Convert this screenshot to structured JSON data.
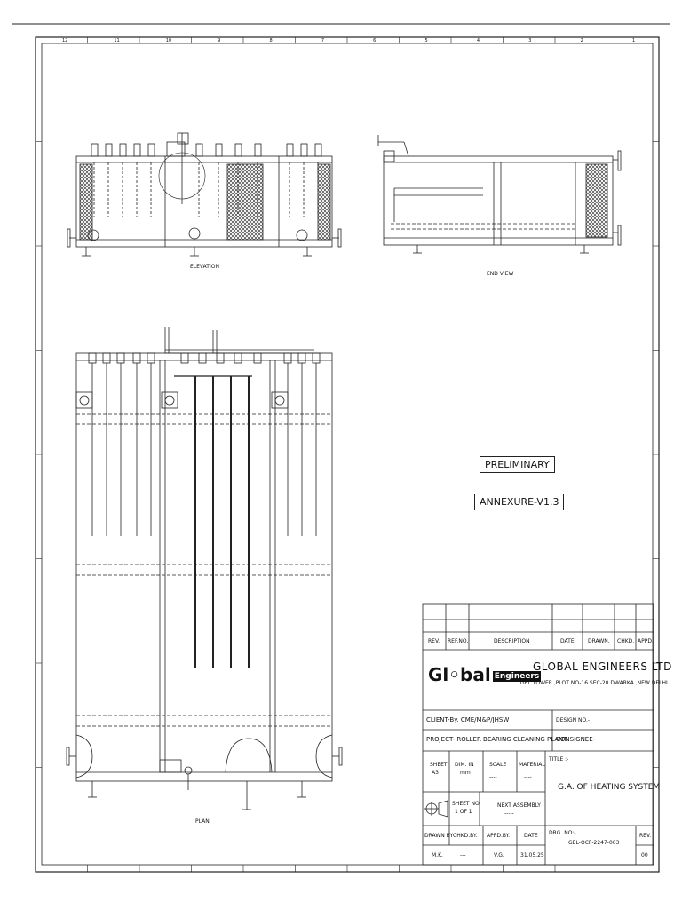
{
  "views": {
    "elevation": "ELEVATION",
    "end_view": "END VIEW",
    "plan": "PLAN"
  },
  "stamps": {
    "status": "PRELIMINARY",
    "annexure": "ANNEXURE-V1.3"
  },
  "border": {
    "top_numbers": [
      "12",
      "11",
      "10",
      "9",
      "8",
      "7",
      "6",
      "5",
      "4",
      "3",
      "2",
      "1"
    ]
  },
  "title_block": {
    "rev_headers": {
      "rev": "REV.",
      "ref_no": "REF.NO.",
      "description": "DESCRIPTION",
      "date": "DATE",
      "drawn": "DRAWN.",
      "chkd": "CHKD.",
      "appd": "APPD."
    },
    "logo": {
      "text": "Gl◦bal",
      "sub": "Engineers"
    },
    "company": {
      "name": "GLOBAL ENGINEERS LTD",
      "address": "GEL TOWER ,PLOT NO-16 SEC-20 DWARKA ,NEW DELHI"
    },
    "client": "CLIENT-By. CME/M&P/JHSW",
    "design_no": "DESIGN NO.-",
    "project": "PROJECT- ROLLER BEARING CLEANING PLANT",
    "consignee": "CONSIGNEE-",
    "sheet_label": "SHEET",
    "sheet_value": "A3",
    "dim_label": "DIM. IN",
    "dim_value": "mm",
    "scale_label": "SCALE",
    "scale_value": "----",
    "material_label": "MATERIAL",
    "material_value": "----",
    "title_label": "TITLE :-",
    "title_value": "G.A. OF HEATING SYSTEM",
    "sheet_no_label": "SHEET NO.",
    "sheet_no_value": "1 OF 1",
    "next_assembly_label": "NEXT ASSEMBLY",
    "next_assembly_value": "-----",
    "drawn_by_label": "DRAWN BY",
    "chkd_by_label": "CHKD.BY.",
    "appd_by_label": "APPD.BY.",
    "date_label": "DATE",
    "drawn_by": "M.K.",
    "chkd_by": "---",
    "appd_by": "V.G.",
    "date": "31.05.25",
    "drg_no_label": "DRG. NO:-",
    "drg_no": "GEL-OCF-2247-003",
    "rev_label": "REV.",
    "rev_value": "00"
  }
}
